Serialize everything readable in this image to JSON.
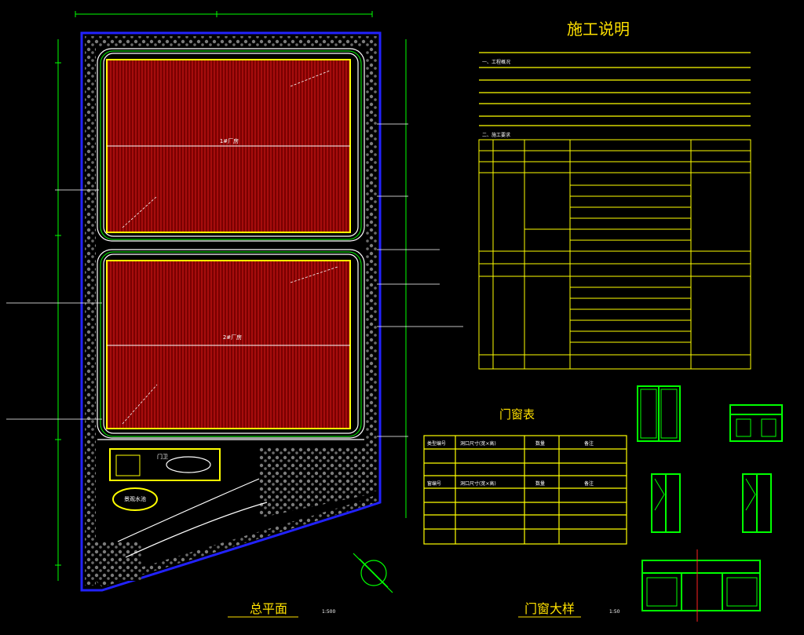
{
  "drawing": {
    "notes_title": "施工说明",
    "site_plan_title": "总平面",
    "site_plan_scale": "1:500",
    "door_window_detail_title": "门窗大样",
    "door_window_detail_scale": "1:50",
    "door_window_table_title": "门窗表",
    "door_window_table_header_1": "类型编号",
    "door_window_table_header_2": "洞口尺寸(宽×高)",
    "door_window_table_header_3": "数量",
    "door_window_table_header_4": "备注",
    "door_window_table_header_5": "窗编号",
    "door_window_table_header_6": "洞口尺寸(宽×高)",
    "door_window_table_header_7": "数量",
    "door_window_table_header_8": "备注",
    "notes_section_1": "一、工程概况",
    "notes_section_2": "二、施工要求",
    "building_1_label": "1#厂房",
    "building_2_label": "2#厂房",
    "building_3_label": "门卫",
    "pool_label": "景观水池"
  },
  "colors": {
    "background": "#000000",
    "title": "#ffe100",
    "cad_yellow": "#ffff00",
    "cad_white": "#ffffff",
    "cad_green": "#00ff00",
    "cad_red": "#b20000",
    "cad_blue": "#1a1aff",
    "cad_gray": "#8a8a8a"
  }
}
